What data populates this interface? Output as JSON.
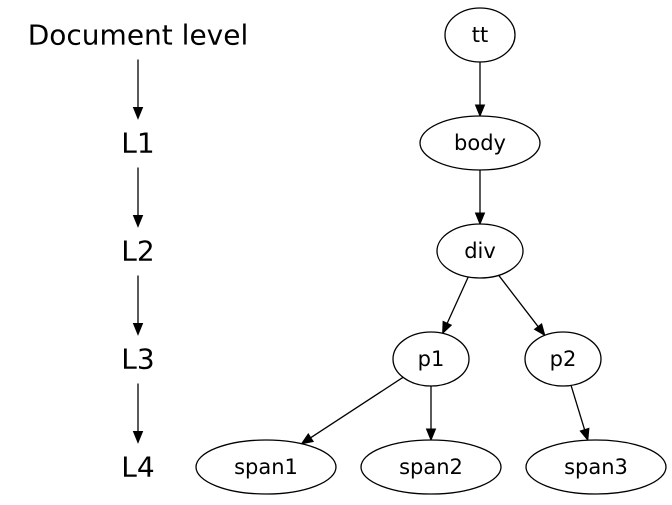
{
  "levels": {
    "document": "Document level",
    "l1": "L1",
    "l2": "L2",
    "l3": "L3",
    "l4": "L4"
  },
  "nodes": {
    "tt": "tt",
    "body": "body",
    "div": "div",
    "p1": "p1",
    "p2": "p2",
    "span1": "span1",
    "span2": "span2",
    "span3": "span3"
  },
  "tree_edges": [
    [
      "tt",
      "body"
    ],
    [
      "body",
      "div"
    ],
    [
      "div",
      "p1"
    ],
    [
      "div",
      "p2"
    ],
    [
      "p1",
      "span1"
    ],
    [
      "p1",
      "span2"
    ],
    [
      "p2",
      "span3"
    ]
  ],
  "level_edges": [
    [
      "document",
      "l1"
    ],
    [
      "l1",
      "l2"
    ],
    [
      "l2",
      "l3"
    ],
    [
      "l3",
      "l4"
    ]
  ]
}
